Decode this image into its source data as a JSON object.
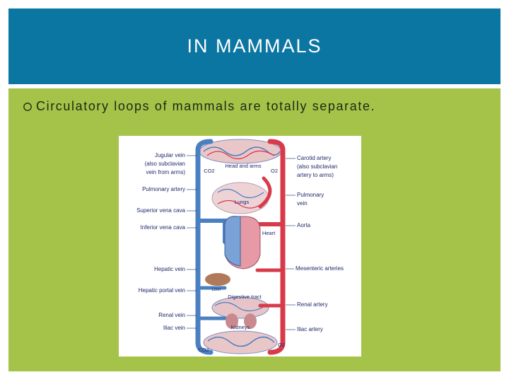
{
  "slide": {
    "title": "IN MAMMALS",
    "bullet_icon": "ring-bullet-icon",
    "bullet_text": "Circulatory loops of mammals are totally separate."
  },
  "colors": {
    "header": "#0c76a2",
    "body": "#a5c249",
    "vein": "#4a7fc0",
    "artery": "#d93a4a",
    "label": "#1f2a6b"
  },
  "diagram": {
    "left_labels": {
      "jugular_1": "Jugular vein",
      "jugular_2": "(also subclavian",
      "jugular_3": "vein from arms)",
      "pulm_artery": "Pulmonary artery",
      "sup_vena": "Superior vena cava",
      "inf_vena": "Inferior vena cava",
      "hepatic": "Hepatic vein",
      "hepatic_portal": "Hepatic portal vein",
      "renal": "Renal vein",
      "iliac": "Iliac vein"
    },
    "right_labels": {
      "carotid_1": "Carotid artery",
      "carotid_2": "(also subclavian",
      "carotid_3": "artery to arms)",
      "pulm_vein_1": "Pulmonary",
      "pulm_vein_2": "vein",
      "aorta": "Aorta",
      "mesenteric": "Mesenteric arteries",
      "renal": "Renal artery",
      "iliac": "Iliac artery"
    },
    "center_labels": {
      "head": "Head and arms",
      "lungs": "Lungs",
      "heart": "Heart",
      "liver": "Liver",
      "digestive": "Digestive tract",
      "kidneys": "Kidneys",
      "co2_top": "CO2",
      "o2_top": "O2",
      "co2_bottom": "CO2",
      "o2_bottom": "O2"
    }
  }
}
